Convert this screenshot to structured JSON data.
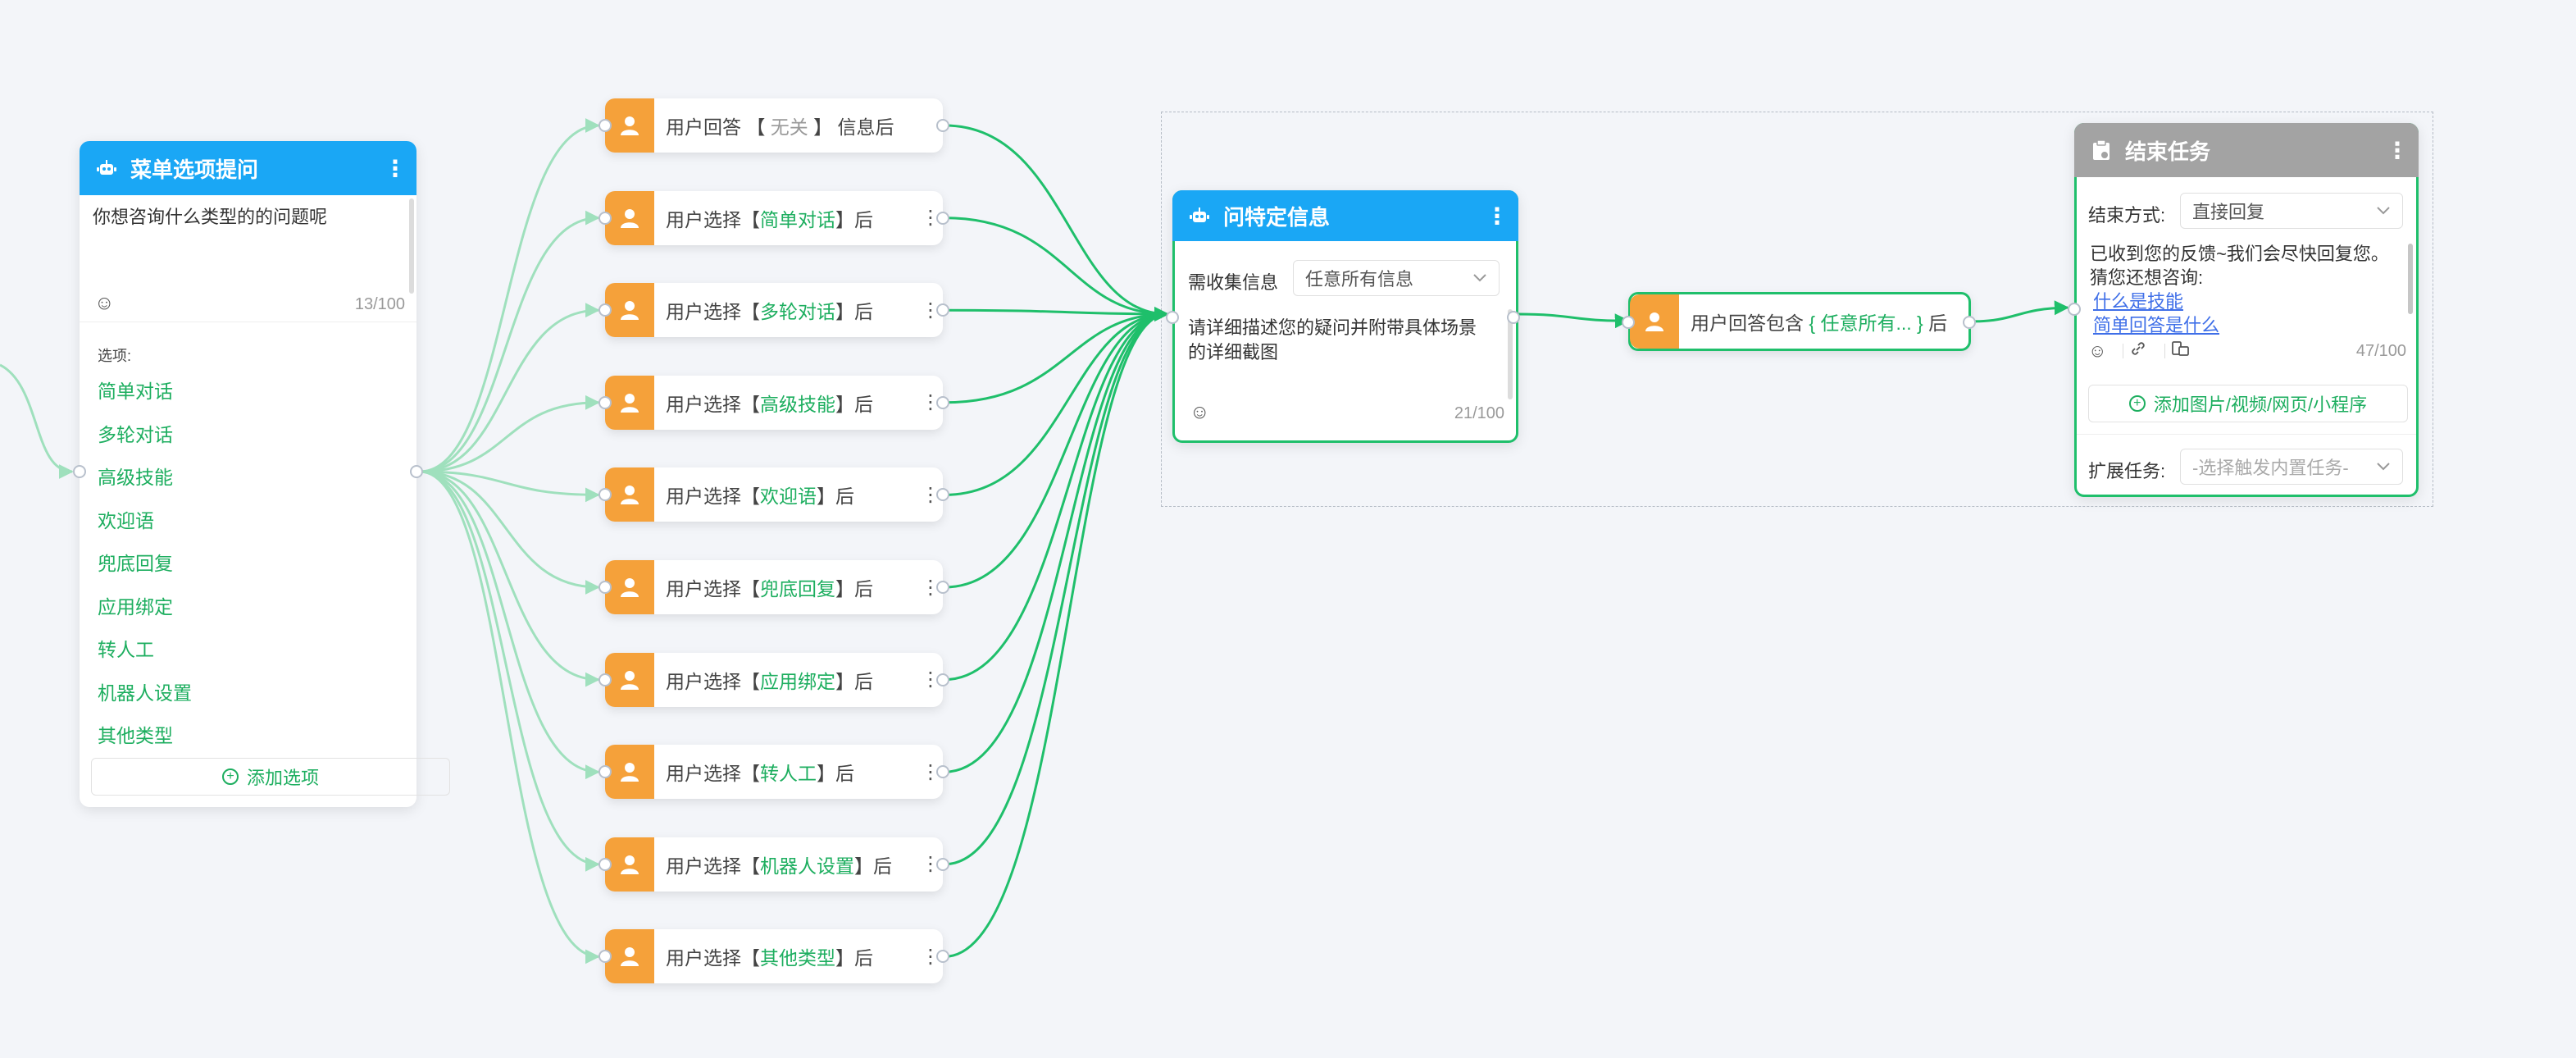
{
  "colors": {
    "accent_green": "#1dae5f",
    "header_blue": "#1aa7f5",
    "header_gray": "#a3a3a3",
    "avatar_orange": "#f5a13a",
    "edge_green": "#1fbf6b",
    "edge_light": "#9fe0bd"
  },
  "menu_node": {
    "title": "菜单选项提问",
    "question": "你想咨询什么类型的的问题呢",
    "counter": "13/100",
    "options_label": "选项:",
    "options": [
      "简单对话",
      "多轮对话",
      "高级技能",
      "欢迎语",
      "兜底回复",
      "应用绑定",
      "转人工",
      "机器人设置",
      "其他类型"
    ],
    "add_option": "添加选项"
  },
  "branches": [
    {
      "prefix": "用户回答 【 ",
      "highlight": "无关",
      "suffix": " 】 信息后",
      "hl_color": "gray",
      "has_menu": false
    },
    {
      "prefix": "用户选择【",
      "highlight": "简单对话",
      "suffix": "】后",
      "has_menu": true
    },
    {
      "prefix": "用户选择【",
      "highlight": "多轮对话",
      "suffix": "】后",
      "has_menu": true
    },
    {
      "prefix": "用户选择【",
      "highlight": "高级技能",
      "suffix": "】后",
      "has_menu": true
    },
    {
      "prefix": "用户选择【",
      "highlight": "欢迎语",
      "suffix": "】后",
      "has_menu": true
    },
    {
      "prefix": "用户选择【",
      "highlight": "兜底回复",
      "suffix": "】后",
      "has_menu": true
    },
    {
      "prefix": "用户选择【",
      "highlight": "应用绑定",
      "suffix": "】后",
      "has_menu": true
    },
    {
      "prefix": "用户选择【",
      "highlight": "转人工",
      "suffix": "】后",
      "has_menu": true
    },
    {
      "prefix": "用户选择【",
      "highlight": "机器人设置",
      "suffix": "】后",
      "has_menu": true
    },
    {
      "prefix": "用户选择【",
      "highlight": "其他类型",
      "suffix": "】后",
      "has_menu": true
    }
  ],
  "ask_node": {
    "title": "问特定信息",
    "collect_label": "需收集信息",
    "collect_value": "任意所有信息",
    "prompt": "请详细描述您的疑问并附带具体场景的详细截图",
    "counter": "21/100"
  },
  "contains_node": {
    "prefix": "用户回答包含 ",
    "highlight": "{ 任意所有... }",
    "suffix": " 后"
  },
  "end_node": {
    "title": "结束任务",
    "end_mode_label": "结束方式:",
    "end_mode_value": "直接回复",
    "reply_line1": "已收到您的反馈~我们会尽快回复您。",
    "reply_line2": "猜您还想咨询:",
    "link1": "什么是技能",
    "link2": "简单回答是什么",
    "counter": "47/100",
    "add_media": "添加图片/视频/网页/小程序",
    "ext_label": "扩展任务:",
    "ext_placeholder": "-选择触发内置任务-"
  }
}
